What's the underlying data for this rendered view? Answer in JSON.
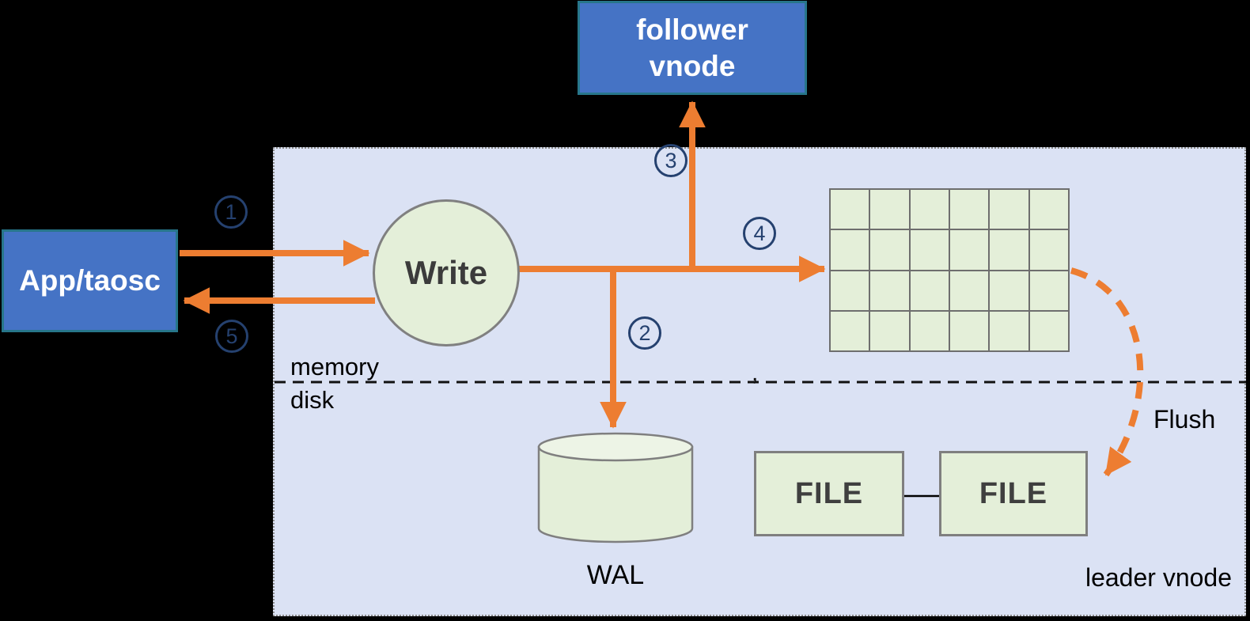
{
  "nodes": {
    "follower": {
      "line1": "follower",
      "line2": "vnode"
    },
    "app": {
      "label": "App/taosc"
    },
    "write": {
      "label": "Write"
    },
    "wal": {
      "label": "WAL"
    },
    "file1": {
      "label": "FILE"
    },
    "file2": {
      "label": "FILE"
    },
    "leader": {
      "label": "leader vnode"
    }
  },
  "labels": {
    "memory": "memory",
    "disk": "disk",
    "flush": "Flush",
    "stray_mark": ","
  },
  "steps": [
    {
      "n": "1"
    },
    {
      "n": "2"
    },
    {
      "n": "3"
    },
    {
      "n": "4"
    },
    {
      "n": "5"
    }
  ],
  "grid": {
    "rows": 4,
    "cols": 6
  },
  "colors": {
    "background": "#000000",
    "leader_fill": "#dbe2f4",
    "leader_border": "#8a8a8a",
    "node_blue": "#4573c5",
    "node_blue_border": "#27768a",
    "green_fill": "#e4efd9",
    "shape_border": "#7f7f7f",
    "arrow_orange": "#ED7D31",
    "step_navy": "#25416f",
    "grid_line": "#6e6e6e",
    "dark_text": "#3f3f3f"
  }
}
